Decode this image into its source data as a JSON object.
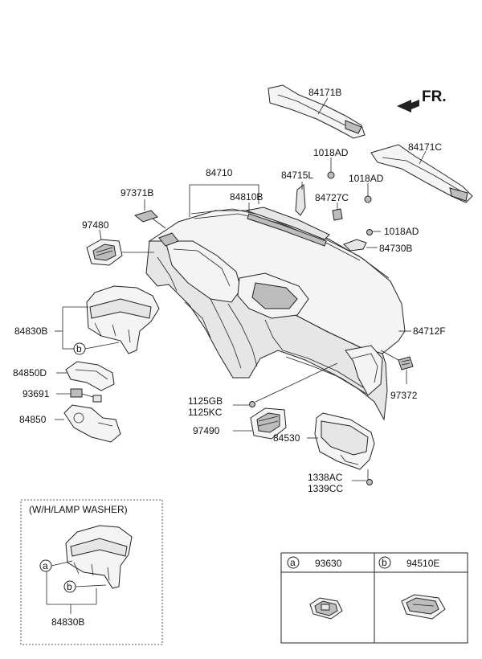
{
  "direction": "FR.",
  "labels": {
    "p84171B": "84171B",
    "p84171C": "84171C",
    "p1018AD_1": "1018AD",
    "p1018AD_2": "1018AD",
    "p1018AD_3": "1018AD",
    "p84710": "84710",
    "p84715L": "84715L",
    "p97371B": "97371B",
    "p84810B": "84810B",
    "p84727C": "84727C",
    "p97480": "97480",
    "p84730B": "84730B",
    "p84830B": "84830B",
    "p84712F": "84712F",
    "p84850D": "84850D",
    "p93691": "93691",
    "p84850": "84850",
    "p1125GB": "1125GB",
    "p1125KC": "1125KC",
    "p97372": "97372",
    "p97490": "97490",
    "p84530": "84530",
    "p1338AC": "1338AC",
    "p1339CC": "1339CC"
  },
  "callouts": {
    "a": "a",
    "b": "b"
  },
  "inset": {
    "title": "(W/H/LAMP WASHER)",
    "part_label": "84830B",
    "callout_a": "a",
    "callout_b": "b"
  },
  "parts_table": {
    "columns": [
      {
        "callout": "a",
        "part": "93630"
      },
      {
        "callout": "b",
        "part": "94510E"
      }
    ]
  }
}
